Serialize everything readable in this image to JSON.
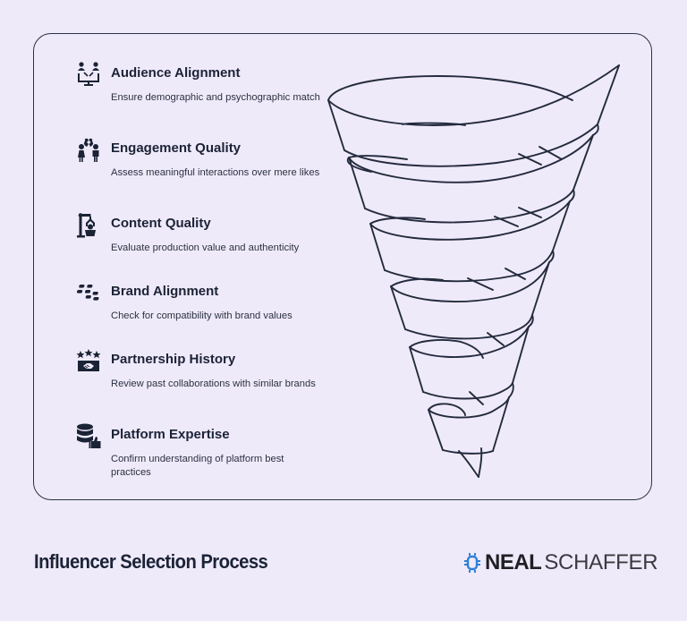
{
  "diagram": {
    "type": "funnel",
    "title": "Influencer Selection Process",
    "steps": [
      {
        "title": "Audience Alignment",
        "description": "Ensure demographic and psychographic match",
        "icon": "audience-monitor-icon"
      },
      {
        "title": "Engagement Quality",
        "description": "Assess meaningful interactions over mere likes",
        "icon": "broken-heart-couple-icon"
      },
      {
        "title": "Content Quality",
        "description": "Evaluate production value and authenticity",
        "icon": "robot-arm-icon"
      },
      {
        "title": "Brand Alignment",
        "description": "Check for compatibility with brand values",
        "icon": "blackberry-icon"
      },
      {
        "title": "Partnership History",
        "description": "Review past collaborations with similar brands",
        "icon": "handshake-stars-icon"
      },
      {
        "title": "Platform Expertise",
        "description": "Confirm understanding of platform best practices",
        "icon": "database-thumbs-up-icon"
      }
    ],
    "funnel_band_count": 6
  },
  "footer": {
    "title": "Influencer Selection Process",
    "logo_bold": "NEAL",
    "logo_light": "SCHAFFER"
  },
  "colors": {
    "background": "#efeafa",
    "ink": "#1b2336",
    "logo_accent": "#2f7fd8"
  }
}
